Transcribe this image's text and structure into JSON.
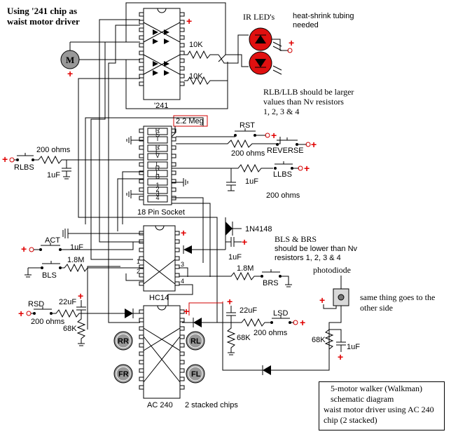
{
  "title": {
    "line1": "Using '241 chip as",
    "line2": "waist motor driver"
  },
  "ir_leds": {
    "label": "IR LED's",
    "note_line1": "heat-shrink tubing",
    "note_line2": "needed"
  },
  "motor_label": "M",
  "chips": {
    "top": "'241",
    "socket": "18 Pin Socket",
    "hc14": "HC14",
    "ac240": "AC 240",
    "stacked": "2 stacked chips",
    "socket_pins": [
      "R",
      "S",
      "T",
      "",
      "R",
      "E",
      "V",
      "",
      "L",
      "R",
      "L",
      "B",
      "",
      "1",
      "2",
      "3",
      "4",
      ""
    ]
  },
  "resistors": {
    "r10k_a": "10K",
    "r10k_b": "10K",
    "meg": "2.2 Meg",
    "ohm200_rlbs": "200 ohms",
    "ohm200_rst": "200 ohms",
    "ohm200_llbs": "200 ohms",
    "ohm200_rsd": "200 ohms",
    "ohm200_lsd": "200 ohms",
    "m18_left": "1.8M",
    "m18_right": "1.8M",
    "k68_left": "68K",
    "k68_mid": "68K",
    "k68_right": "68K"
  },
  "caps": {
    "c_rlbs": "1uF",
    "c_llbs": "1uF",
    "c_act": "1uF",
    "c_diode": "1uF",
    "c_rsd": "22uF",
    "c_lsd": "22uF",
    "c_photo": "1uF"
  },
  "switches": {
    "rlbs": "RLBS",
    "rst": "RST",
    "reverse": "REVERSE",
    "llbs": "LLBS",
    "act": "ACT",
    "bls": "BLS",
    "brs": "BRS",
    "rsd": "RSD",
    "lsd": "LSD"
  },
  "diode_label": "1N4148",
  "motors": [
    "RR",
    "RL",
    "FR",
    "FL"
  ],
  "hc14_pins": [
    "1",
    "2",
    "3",
    "4"
  ],
  "notes": {
    "rlb_line1": "RLB/LLB should be larger",
    "rlb_line2": "values than Nv resistors",
    "rlb_line3": "1, 2, 3 & 4",
    "bls_line1": "BLS & BRS",
    "bls_line2": "should be lower than Nv",
    "bls_line3": "resistors 1, 2, 3 & 4",
    "photodiode": "photodiode",
    "same_line1": "same thing goes to the",
    "same_line2": "other side"
  },
  "caption": {
    "line1": "5-motor walker (Walkman)",
    "line2": "schematic diagram",
    "line3": "waist motor driver using AC 240",
    "line4": "chip  (2 stacked)"
  },
  "colors": {
    "blue": "#0000c0",
    "red": "#c00000",
    "green": "#008000",
    "magenta": "#cc33cc",
    "led_red": "#e01010"
  }
}
